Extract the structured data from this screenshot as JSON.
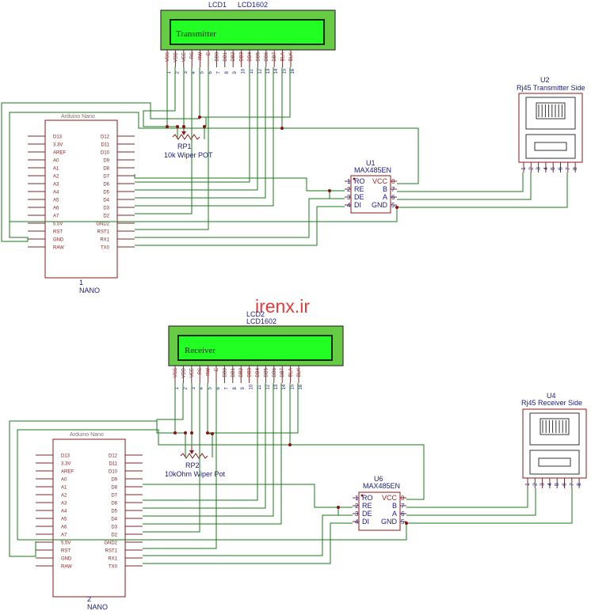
{
  "watermark": "irenx.ir",
  "colors": {
    "lcd_bezel": "#66cc44",
    "lcd_screen": "#22ff22",
    "wire": "#1a7a1a",
    "part_outline": "#8a1a1a",
    "label_blue": "#1a1a8c",
    "label_red": "#b02020",
    "watermark": "#e83a3a"
  },
  "lcd_pins": [
    "VSS",
    "VDD",
    "VEE",
    "RS",
    "RW",
    "E",
    "DB0",
    "DB1",
    "DB2",
    "DB3",
    "DB4",
    "DB5",
    "DB6",
    "DB7",
    "BLA",
    "BLK"
  ],
  "nano_left_pins": [
    "D13",
    "3.3V",
    "AREF",
    "A0",
    "A1",
    "A2",
    "A3",
    "A4",
    "A5",
    "A6",
    "A7",
    "5.5V",
    "RST",
    "GND",
    "RAW"
  ],
  "nano_right_pins": [
    "D12",
    "D11",
    "D10",
    "D9",
    "D8",
    "D7",
    "D6",
    "D5",
    "D4",
    "D3",
    "D2",
    "GND2",
    "RST1",
    "RX1",
    "TX0"
  ],
  "max_left_pins": [
    [
      "RO",
      "1"
    ],
    [
      "RE",
      "2"
    ],
    [
      "DE",
      "3"
    ],
    [
      "DI",
      "4"
    ]
  ],
  "max_right_pins": [
    [
      "VCC",
      "8"
    ],
    [
      "B",
      "7"
    ],
    [
      "A",
      "6"
    ],
    [
      "GND",
      "5"
    ]
  ],
  "rj45_pins": [
    "1",
    "2",
    "3",
    "4",
    "5",
    "6",
    "7",
    "8"
  ],
  "top": {
    "lcd": {
      "ref": "LCD1",
      "model": "LCD1602",
      "screen_text": "Transmitter"
    },
    "pot": {
      "ref": "RP1",
      "label": "10k Wiper POT"
    },
    "nano": {
      "title": "Arduino Nano",
      "ref": "1",
      "name": "NANO"
    },
    "max": {
      "ref": "U1",
      "model": "MAX485EN"
    },
    "rj45": {
      "ref": "U2",
      "label": "Rj45 Transmitter Side"
    }
  },
  "bottom": {
    "lcd": {
      "ref": "LCD2",
      "model": "LCD1602",
      "screen_text": "Receiver"
    },
    "pot": {
      "ref": "RP2",
      "label": "10kOhm Wiper Pot"
    },
    "nano": {
      "title": "Arduino Nano",
      "ref": "2",
      "name": "NANO"
    },
    "max": {
      "ref": "U6",
      "model": "MAX485EN"
    },
    "rj45": {
      "ref": "U4",
      "label": "Rj45 Receiver Side"
    }
  }
}
